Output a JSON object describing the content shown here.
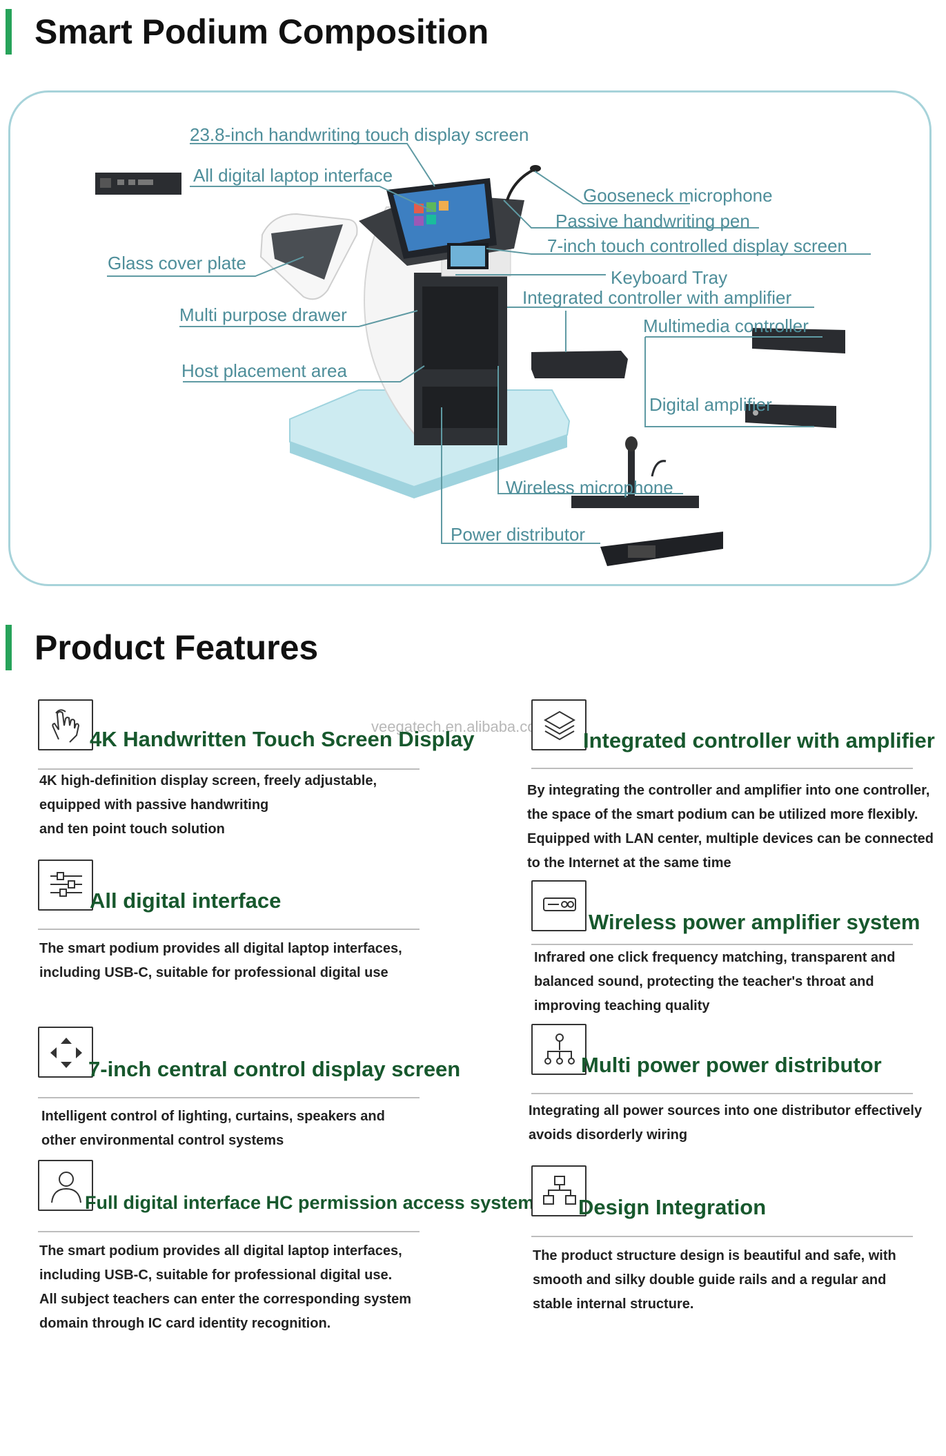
{
  "composition": {
    "title": "Smart Podium Composition",
    "callouts": {
      "display_screen": "23.8-inch handwriting touch display screen",
      "laptop_interface": "All digital laptop interface",
      "gooseneck": "Gooseneck microphone",
      "pen": "Passive handwriting pen",
      "touch_display": "7-inch touch controlled display screen",
      "glass_cover": "Glass cover plate",
      "keyboard_tray": "Keyboard Tray",
      "integrated_controller": "Integrated controller with amplifier",
      "drawer": "Multi purpose drawer",
      "multimedia_controller": "Multimedia controller",
      "host_area": "Host placement area",
      "digital_amplifier": "Digital amplifier",
      "wireless_mic": "Wireless microphone",
      "power_distributor": "Power distributor"
    }
  },
  "features": {
    "title": "Product Features",
    "watermark": "veegatech.en.alibaba.com",
    "items": [
      {
        "icon": "hand-touch-icon",
        "title": "4K Handwritten Touch Screen Display",
        "lines": [
          "4K high-definition display screen, freely adjustable,",
          "equipped with passive handwriting",
          "and ten point touch solution"
        ]
      },
      {
        "icon": "layers-icon",
        "title": "Integrated controller with amplifier",
        "lines": [
          "By integrating the controller and amplifier into one controller,",
          "the space of the smart podium can be utilized more flexibly.",
          "Equipped with LAN center, multiple devices can be connected",
          "to the Internet at the same time"
        ]
      },
      {
        "icon": "sliders-icon",
        "title": "All digital interface",
        "lines": [
          "The smart podium provides all digital laptop interfaces,",
          "including USB-C, suitable for professional digital use"
        ]
      },
      {
        "icon": "amplifier-device-icon",
        "title": "Wireless power amplifier system",
        "lines": [
          "Infrared one click frequency matching, transparent and",
          "balanced sound, protecting the teacher's throat and",
          "improving teaching quality"
        ]
      },
      {
        "icon": "direction-arrows-icon",
        "title": "7-inch central control display screen",
        "lines": [
          "Intelligent control of lighting, curtains, speakers and",
          "other environmental control systems"
        ]
      },
      {
        "icon": "power-tree-icon",
        "title": "Multi power power distributor",
        "lines": [
          "Integrating all power sources into one distributor effectively",
          "avoids disorderly wiring"
        ]
      },
      {
        "icon": "user-icon",
        "title": "Full digital interface HC permission access system",
        "lines": [
          "The smart podium provides all digital laptop interfaces,",
          "including USB-C, suitable for professional digital use.",
          "All subject teachers can enter the corresponding system",
          "domain through IC card identity recognition."
        ]
      },
      {
        "icon": "hierarchy-icon",
        "title": "Design Integration",
        "lines": [
          "The product structure design is beautiful and safe, with",
          "smooth and silky double guide rails and a regular and",
          "stable internal structure."
        ]
      }
    ]
  }
}
